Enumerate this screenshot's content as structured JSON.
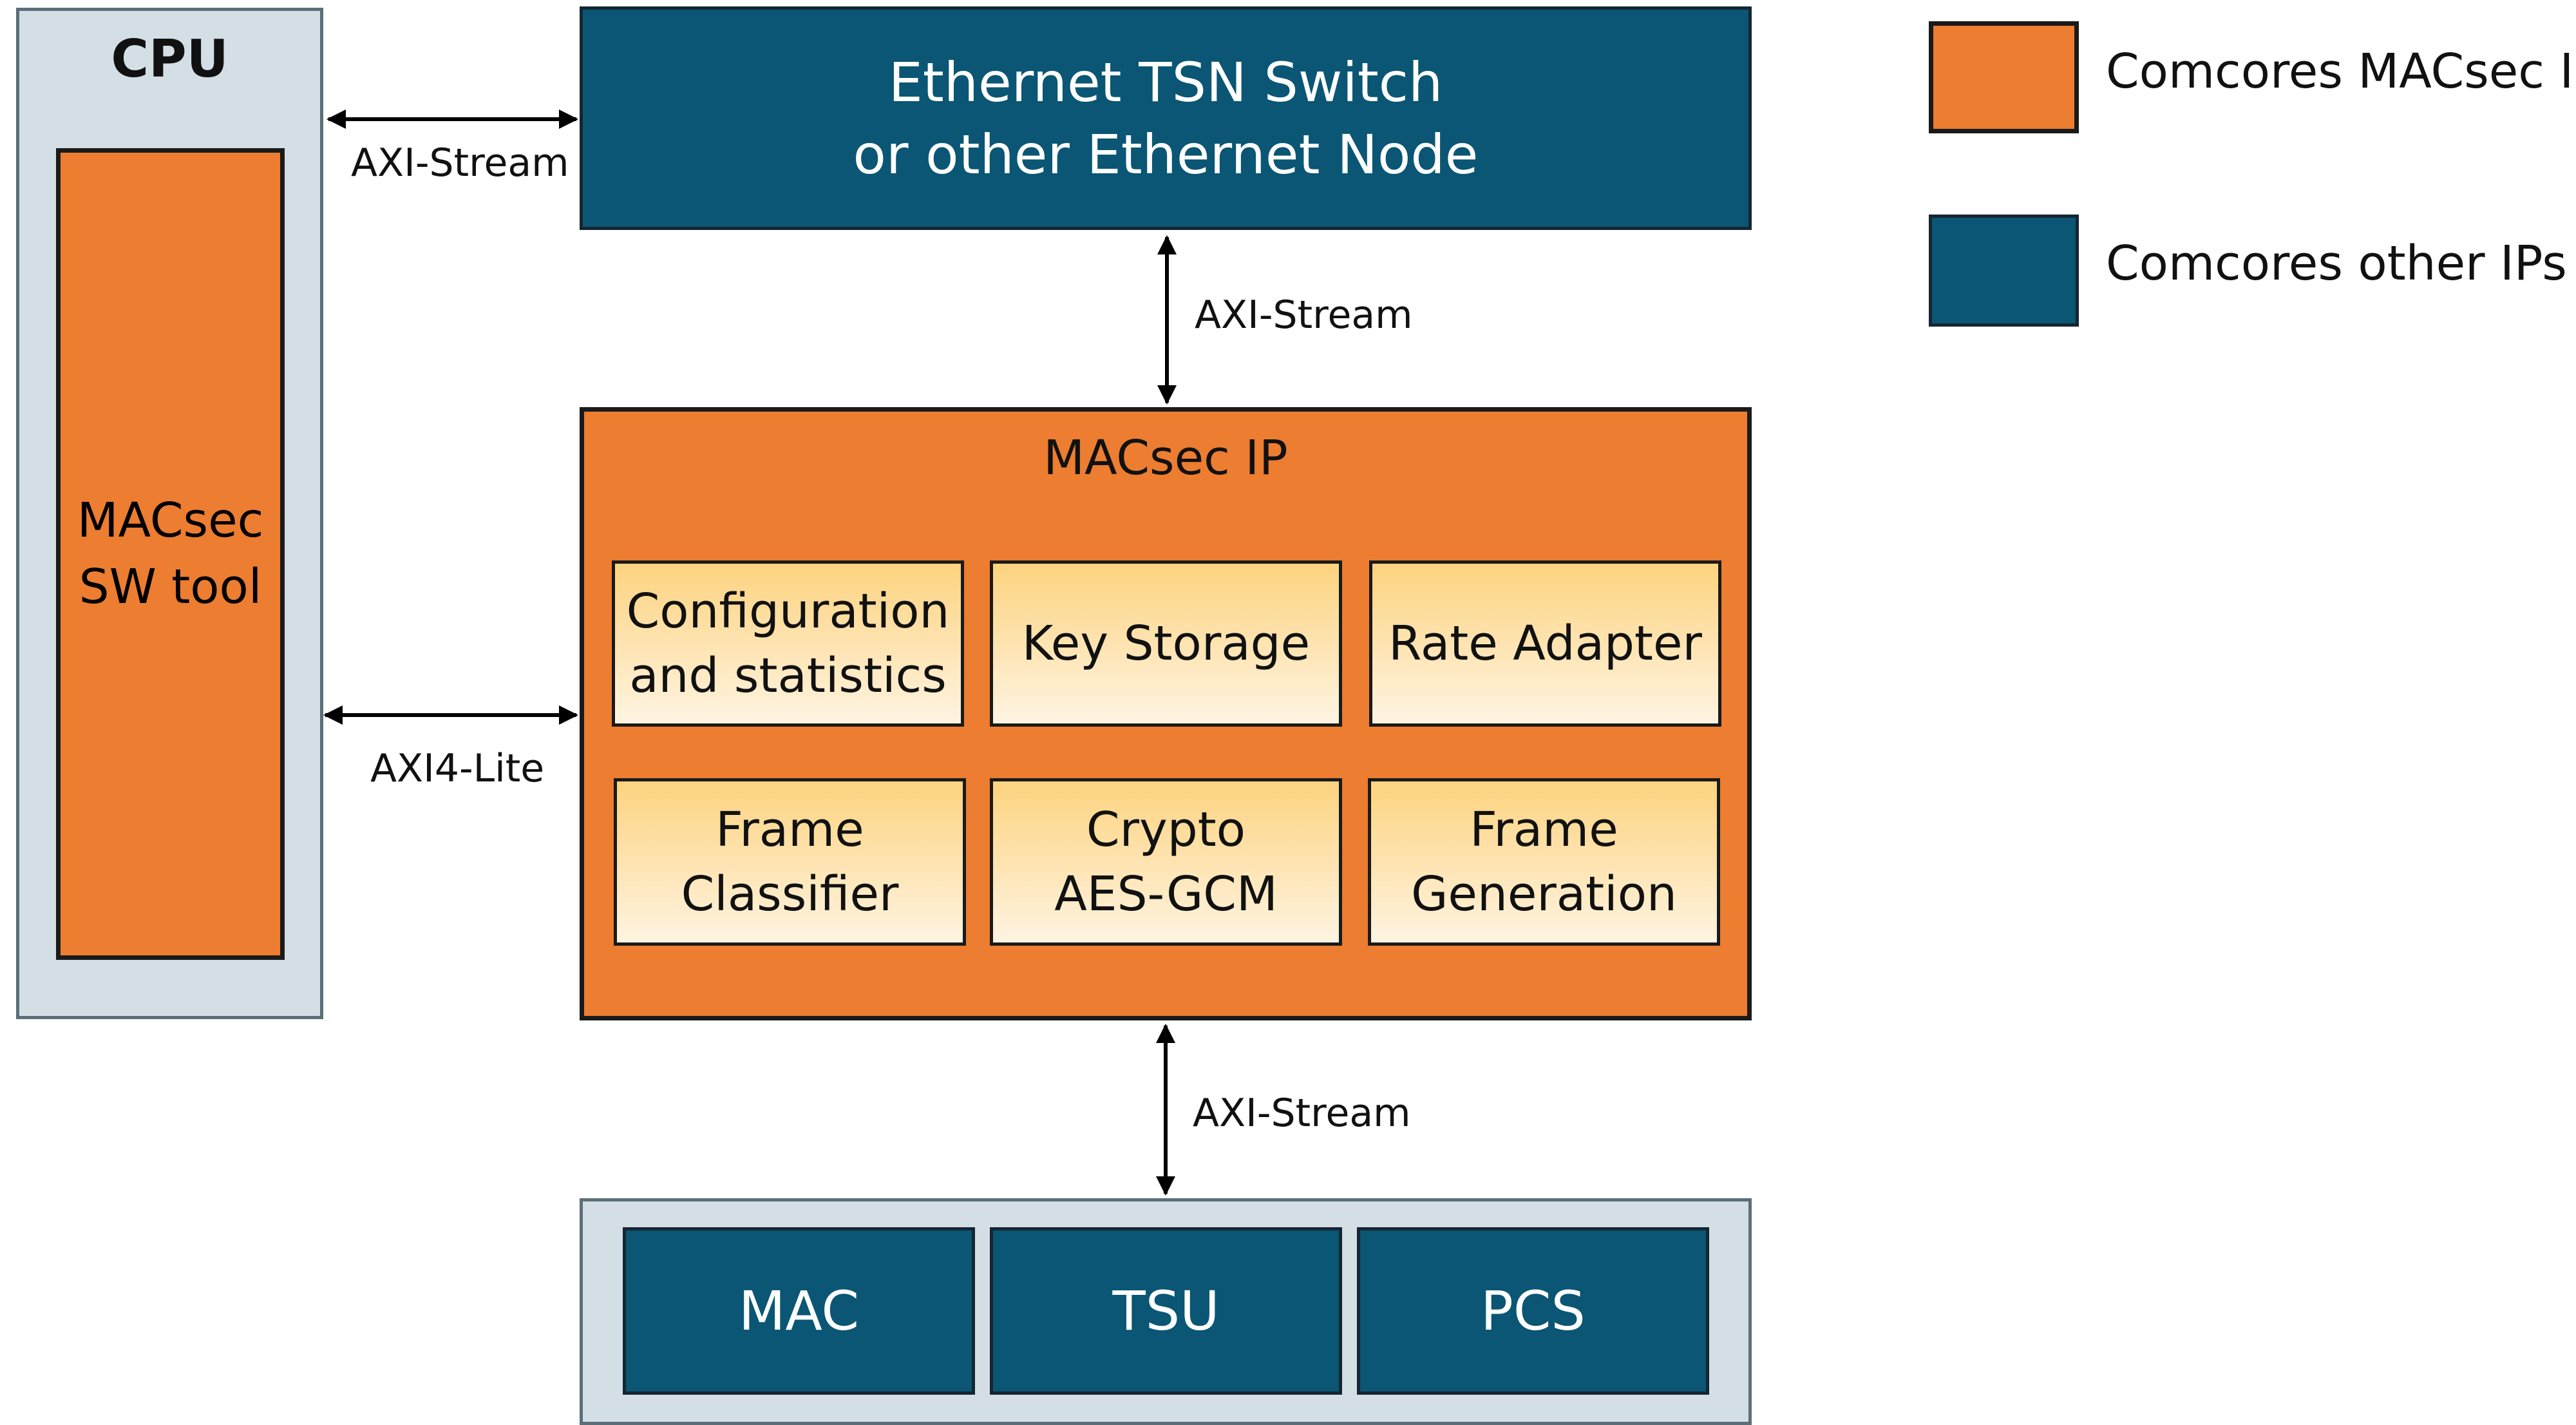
{
  "colors": {
    "orange": "#ec7d31",
    "teal": "#0a5674",
    "grey_panel": "#d3dfe5"
  },
  "cpu": {
    "title": "CPU",
    "tool": "MACsec\nSW tool"
  },
  "switch_node": {
    "label": "Ethernet TSN Switch\nor other Ethernet Node"
  },
  "macsec": {
    "title": "MACsec IP",
    "blocks": [
      "Configuration\nand statistics",
      "Key Storage",
      "Rate Adapter",
      "Frame\nClassifier",
      "Crypto\nAES-GCM",
      "Frame\nGeneration"
    ]
  },
  "phy": {
    "blocks": [
      "MAC",
      "TSU",
      "PCS"
    ]
  },
  "links": {
    "cpu_switch": "AXI-Stream",
    "cpu_macsec": "AXI4-Lite",
    "switch_macsec": "AXI-Stream",
    "macsec_phy": "AXI-Stream"
  },
  "legend": {
    "macsec_ip": "Comcores MACsec IP",
    "other_ips": "Comcores other IPs"
  }
}
